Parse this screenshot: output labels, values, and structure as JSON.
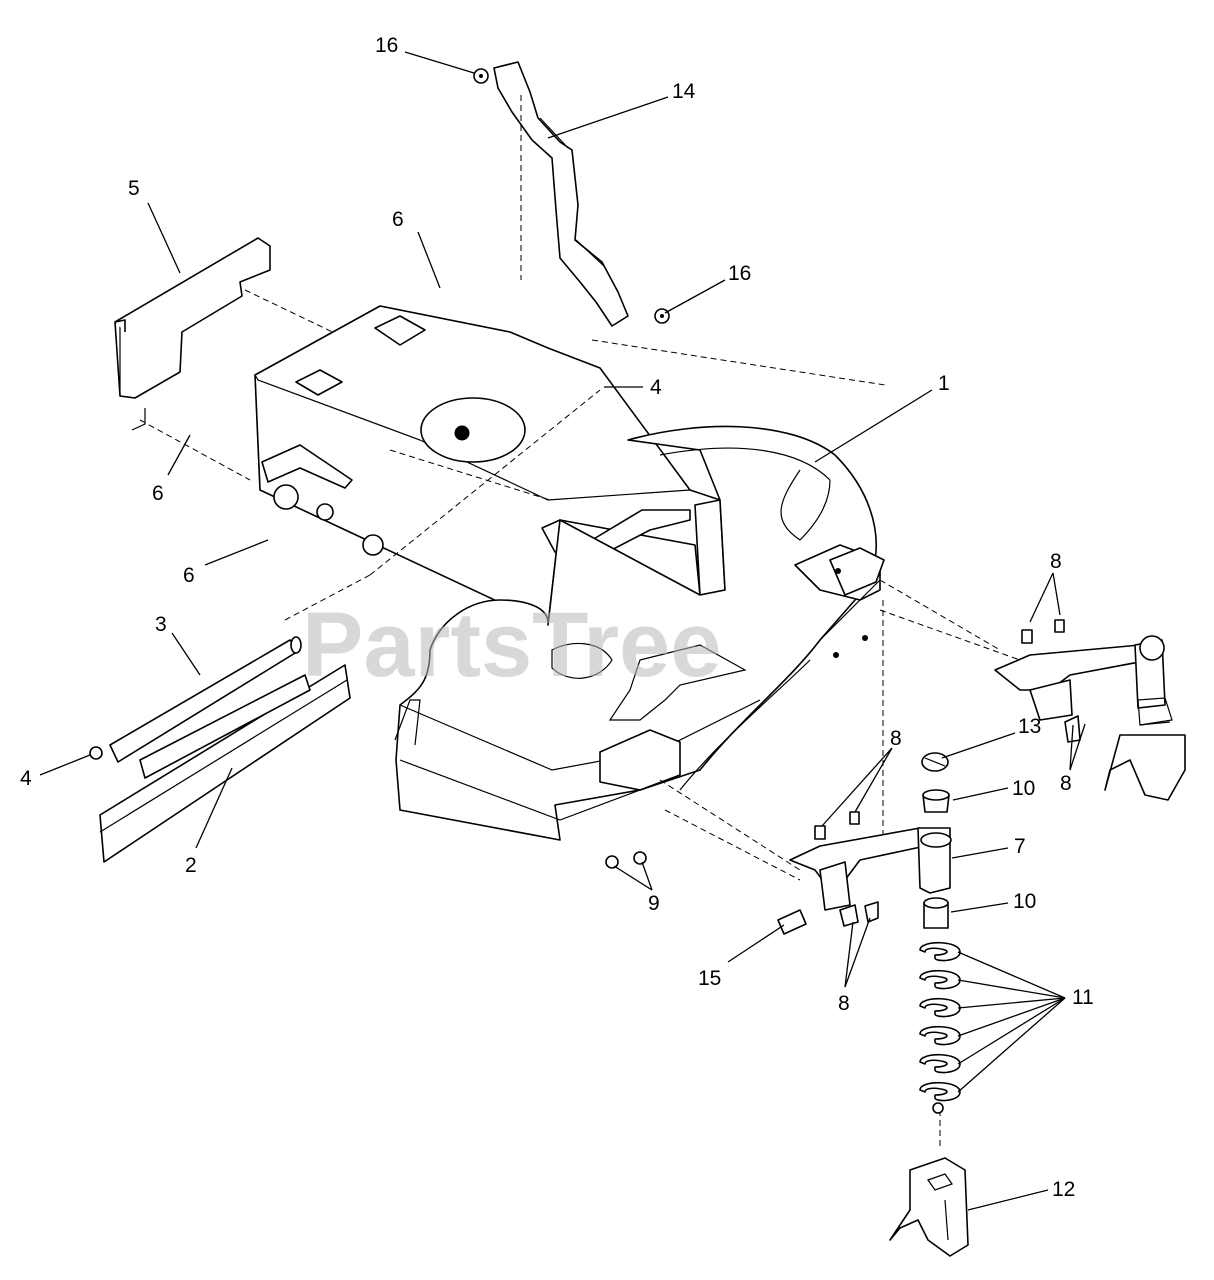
{
  "watermark": "PartsTree",
  "callouts": [
    {
      "id": "c16a",
      "label": "16"
    },
    {
      "id": "c14",
      "label": "14"
    },
    {
      "id": "c5",
      "label": "5"
    },
    {
      "id": "c6a",
      "label": "6"
    },
    {
      "id": "c16b",
      "label": "16"
    },
    {
      "id": "c4a",
      "label": "4"
    },
    {
      "id": "c1",
      "label": "1"
    },
    {
      "id": "c6b",
      "label": "6"
    },
    {
      "id": "c6c",
      "label": "6"
    },
    {
      "id": "c8a",
      "label": "8"
    },
    {
      "id": "c3",
      "label": "3"
    },
    {
      "id": "c13",
      "label": "13"
    },
    {
      "id": "c8b",
      "label": "8"
    },
    {
      "id": "c4b",
      "label": "4"
    },
    {
      "id": "c10a",
      "label": "10"
    },
    {
      "id": "c8c",
      "label": "8"
    },
    {
      "id": "c2",
      "label": "2"
    },
    {
      "id": "c7",
      "label": "7"
    },
    {
      "id": "c9",
      "label": "9"
    },
    {
      "id": "c10b",
      "label": "10"
    },
    {
      "id": "c15",
      "label": "15"
    },
    {
      "id": "c8d",
      "label": "8"
    },
    {
      "id": "c11",
      "label": "11"
    },
    {
      "id": "c12",
      "label": "12"
    }
  ]
}
